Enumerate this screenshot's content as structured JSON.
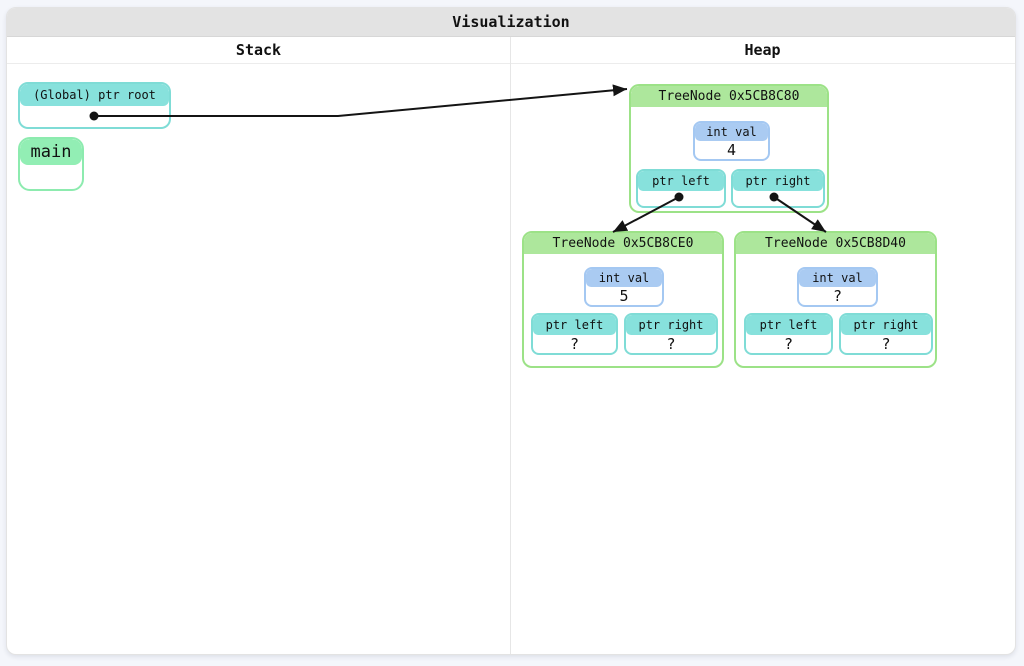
{
  "window": {
    "title": "Visualization"
  },
  "columns": {
    "stack_label": "Stack",
    "heap_label": "Heap"
  },
  "stack": {
    "items": [
      {
        "label": "(Global) ptr root",
        "kind": "pointer-variable"
      },
      {
        "label": "main",
        "kind": "stack-frame"
      }
    ]
  },
  "heap": {
    "nodes": [
      {
        "title": "TreeNode 0x5CB8C80",
        "fields": [
          {
            "label": "int val",
            "value": "4"
          },
          {
            "label": "ptr left",
            "value": ""
          },
          {
            "label": "ptr right",
            "value": ""
          }
        ]
      },
      {
        "title": "TreeNode 0x5CB8CE0",
        "fields": [
          {
            "label": "int val",
            "value": "5"
          },
          {
            "label": "ptr left",
            "value": "?"
          },
          {
            "label": "ptr right",
            "value": "?"
          }
        ]
      },
      {
        "title": "TreeNode 0x5CB8D40",
        "fields": [
          {
            "label": "int val",
            "value": "?"
          },
          {
            "label": "ptr left",
            "value": "?"
          },
          {
            "label": "ptr right",
            "value": "?"
          }
        ]
      }
    ]
  },
  "colors": {
    "titlebar-gray": "#e3e3e3",
    "pointer-teal": "#7fdcd6",
    "pointer-teal-fill": "#87e1dc",
    "frame-green": "#8debaf",
    "frame-green-fill": "#92eeb4",
    "node-green": "#9ce287",
    "node-green-fill": "#ade79c",
    "int-blue": "#a4c8f2",
    "int-blue-fill": "#aacbf2",
    "arrow-black": "#141414"
  }
}
